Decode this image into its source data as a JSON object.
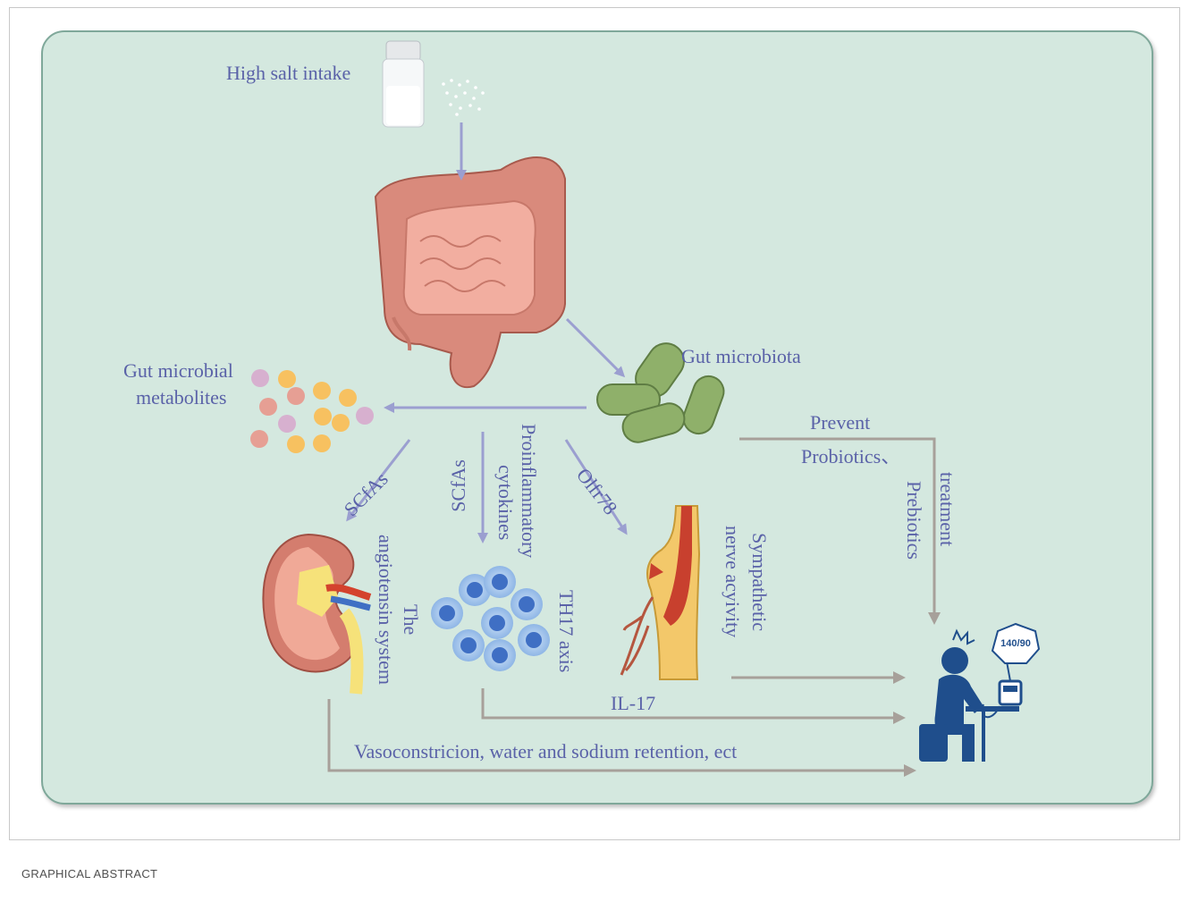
{
  "labels": {
    "high_salt": "High salt intake",
    "gut_microbiota": "Gut microbiota",
    "metabolites_line1": "Gut microbial",
    "metabolites_line2": "metabolites",
    "scfas_left": "SCfAs",
    "scfas_mid": "SCfAs",
    "proinflammatory_line1": "Proinflammatory",
    "proinflammatory_line2": "cytokines",
    "olfr78": "Olfr78",
    "angiotensin_line1": "The",
    "angiotensin_line2": "angiotensin system",
    "th17": "TH17 axis",
    "sympathetic_line1": "Sympathetic",
    "sympathetic_line2": "nerve acyivity",
    "il17": "IL-17",
    "vasoconstriction": "Vasoconstricion, water and sodium retention, ect",
    "prevent": "Prevent",
    "probiotics": "Probiotics、",
    "prebiotics": "Prebiotics",
    "treatment": "treatment",
    "bp_reading": "140/90"
  },
  "caption": "GRAPHICAL ABSTRACT",
  "colors": {
    "panel_bg": "#d4e8df",
    "text": "#5a62a8",
    "arrow_purple": "#9b9fd0",
    "arrow_gray": "#a7a09a",
    "person": "#1f4e8c"
  }
}
